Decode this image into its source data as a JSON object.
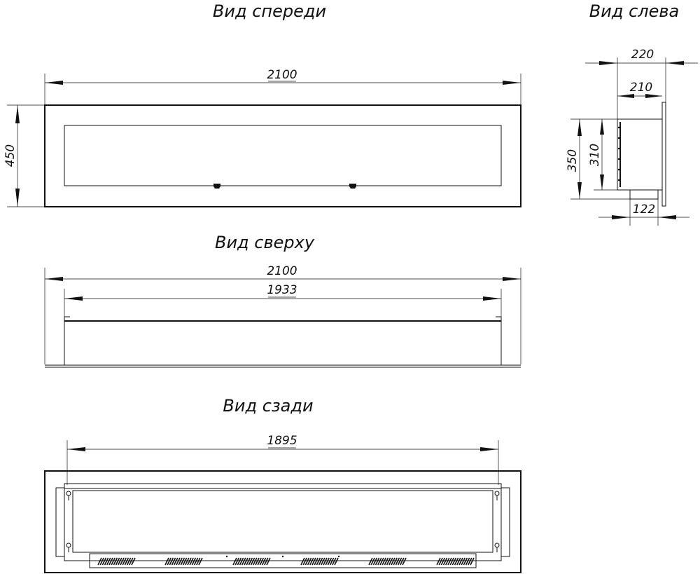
{
  "views": {
    "front": "Вид спереди",
    "left": "Вид слева",
    "top": "Вид сверху",
    "back": "Вид сзади"
  },
  "dimensions": {
    "front_width": "2100",
    "front_height": "450",
    "left_depth_outer": "220",
    "left_depth_inner": "210",
    "left_height_outer": "350",
    "left_height_inner": "310",
    "left_bottom": "122",
    "top_width_outer": "2100",
    "top_width_inner": "1933",
    "back_width": "1895"
  }
}
